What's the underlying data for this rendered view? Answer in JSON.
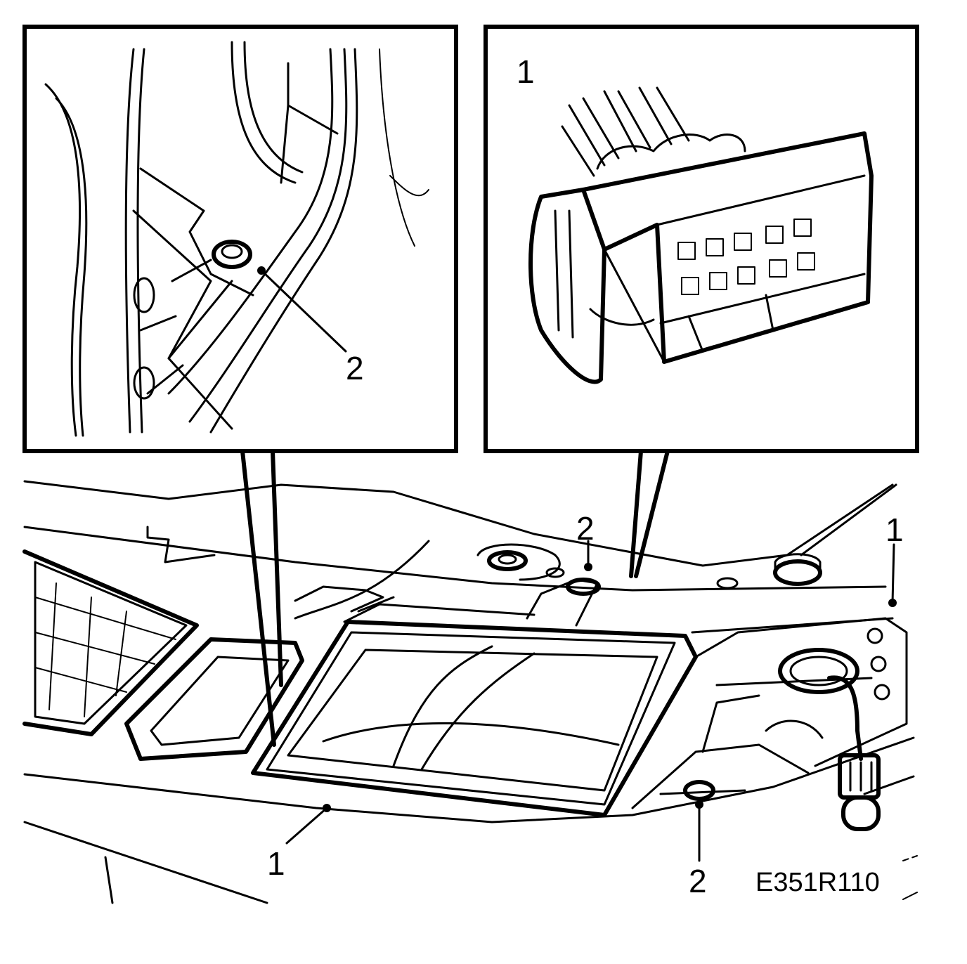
{
  "figure": {
    "reference_code": "E351R110"
  },
  "detail_left": {
    "callouts": [
      "2"
    ]
  },
  "detail_right": {
    "callouts": [
      "1"
    ]
  },
  "main_view": {
    "callouts": {
      "upper_connector": "2",
      "right_connector": "1",
      "lens_edge": "1",
      "lower_bolt": "2"
    }
  },
  "colors": {
    "ink": "#000000",
    "paper": "#ffffff"
  }
}
